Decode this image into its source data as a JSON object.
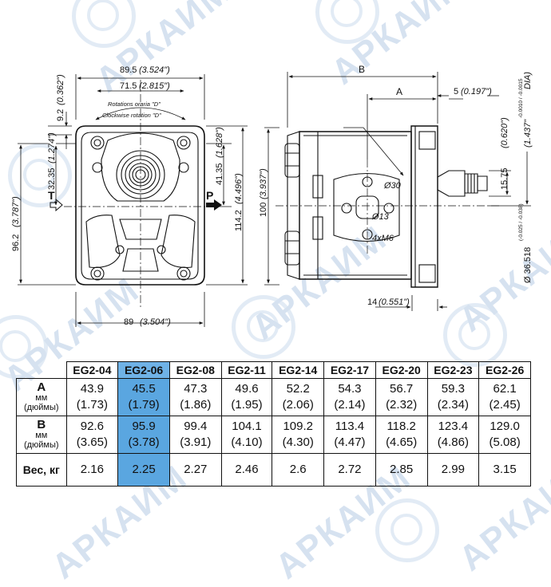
{
  "watermark": {
    "text": "АРКАИМ",
    "color": "#c9d9ec"
  },
  "front_view": {
    "dim_top_outer": "89.5",
    "dim_top_outer_in": "(3.524\")",
    "dim_top_inner": "71.5",
    "dim_top_inner_in": "(2.815\")",
    "rotation_ccw": "Rotations oraria \"D\"",
    "rotation_cw": "Clockwise rotation \"D\"",
    "dim_9_2": "9.2",
    "dim_9_2_in": "(0.362\")",
    "dim_32_35": "32.35",
    "dim_32_35_in": "(1.274\")",
    "dim_96_2": "96.2",
    "dim_96_2_in": "(3.787\")",
    "dim_41_35": "41.35",
    "dim_41_35_in": "(1.628\")",
    "dim_114_2": "114.2",
    "dim_114_2_in": "(4.496\")",
    "dim_bottom": "89",
    "dim_bottom_in": "(3.504\")",
    "port_t": "T",
    "port_p": "P"
  },
  "side_view": {
    "dim_b": "B",
    "dim_a": "A",
    "dim_5": "5",
    "dim_5_in": "(0.197\")",
    "dim_dia": "(1.437\"",
    "dim_dia_tol": "-0.0010 / -0.0015",
    "dim_dia_suffix": "DIA)",
    "dim_0_620": "(0.620\")",
    "dim_15_75": "15.75",
    "dim_100": "100",
    "dim_100_in": "(3.937\")",
    "dim_36_518": "Ø 36.518",
    "dim_36_518_tol": "(-0.025 / -0.038)",
    "dim_14": "14",
    "dim_14_in": "(0.551\")",
    "label_d30": "Ø30",
    "label_d13": "Ø13",
    "label_m6": "4xM6"
  },
  "table": {
    "columns": [
      "EG2-04",
      "EG2-06",
      "EG2-08",
      "EG2-11",
      "EG2-14",
      "EG2-17",
      "EG2-20",
      "EG2-23",
      "EG2-26"
    ],
    "highlight_index": 1,
    "highlight_color": "#5aa6e0",
    "rows": [
      {
        "label": "A",
        "sub1": "мм",
        "sub2": "(дюймы)",
        "values": [
          [
            "43.9",
            "(1.73)"
          ],
          [
            "45.5",
            "(1.79)"
          ],
          [
            "47.3",
            "(1.86)"
          ],
          [
            "49.6",
            "(1.95)"
          ],
          [
            "52.2",
            "(2.06)"
          ],
          [
            "54.3",
            "(2.14)"
          ],
          [
            "56.7",
            "(2.32)"
          ],
          [
            "59.3",
            "(2.34)"
          ],
          [
            "62.1",
            "(2.45)"
          ]
        ]
      },
      {
        "label": "B",
        "sub1": "мм",
        "sub2": "(дюймы)",
        "values": [
          [
            "92.6",
            "(3.65)"
          ],
          [
            "95.9",
            "(3.78)"
          ],
          [
            "99.4",
            "(3.91)"
          ],
          [
            "104.1",
            "(4.10)"
          ],
          [
            "109.2",
            "(4.30)"
          ],
          [
            "113.4",
            "(4.47)"
          ],
          [
            "118.2",
            "(4.65)"
          ],
          [
            "123.4",
            "(4.86)"
          ],
          [
            "129.0",
            "(5.08)"
          ]
        ]
      }
    ],
    "weight": {
      "label": "Вес, кг",
      "values": [
        "2.16",
        "2.25",
        "2.27",
        "2.46",
        "2.6",
        "2.72",
        "2.85",
        "2.99",
        "3.15"
      ]
    }
  }
}
